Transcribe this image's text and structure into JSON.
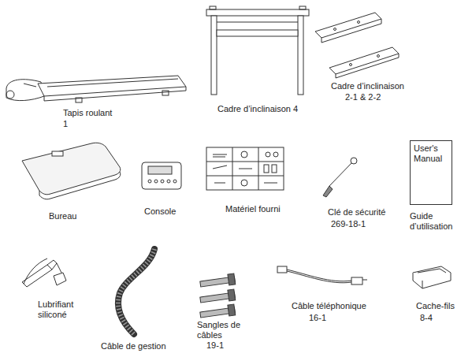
{
  "diagram": {
    "nodes": [
      {
        "text": [
          "User's Manual"
        ]
      }
    ],
    "labels": [
      "Tapis roulant",
      "1",
      "Cadre d’inclinaison 4",
      "Cadre d’inclinaison",
      "2-1 & 2-2",
      "Bureau",
      "Console",
      "Matériel fourni",
      "Clé de sécurité",
      "269-18-1",
      "Guide d’utilisation",
      "Lubrifiant siliconé",
      "Câble de gestion",
      "Sangles de câbles",
      "19-1",
      "Câble téléphonique",
      "16-1",
      "Cache-fils",
      "8-4"
    ]
  }
}
